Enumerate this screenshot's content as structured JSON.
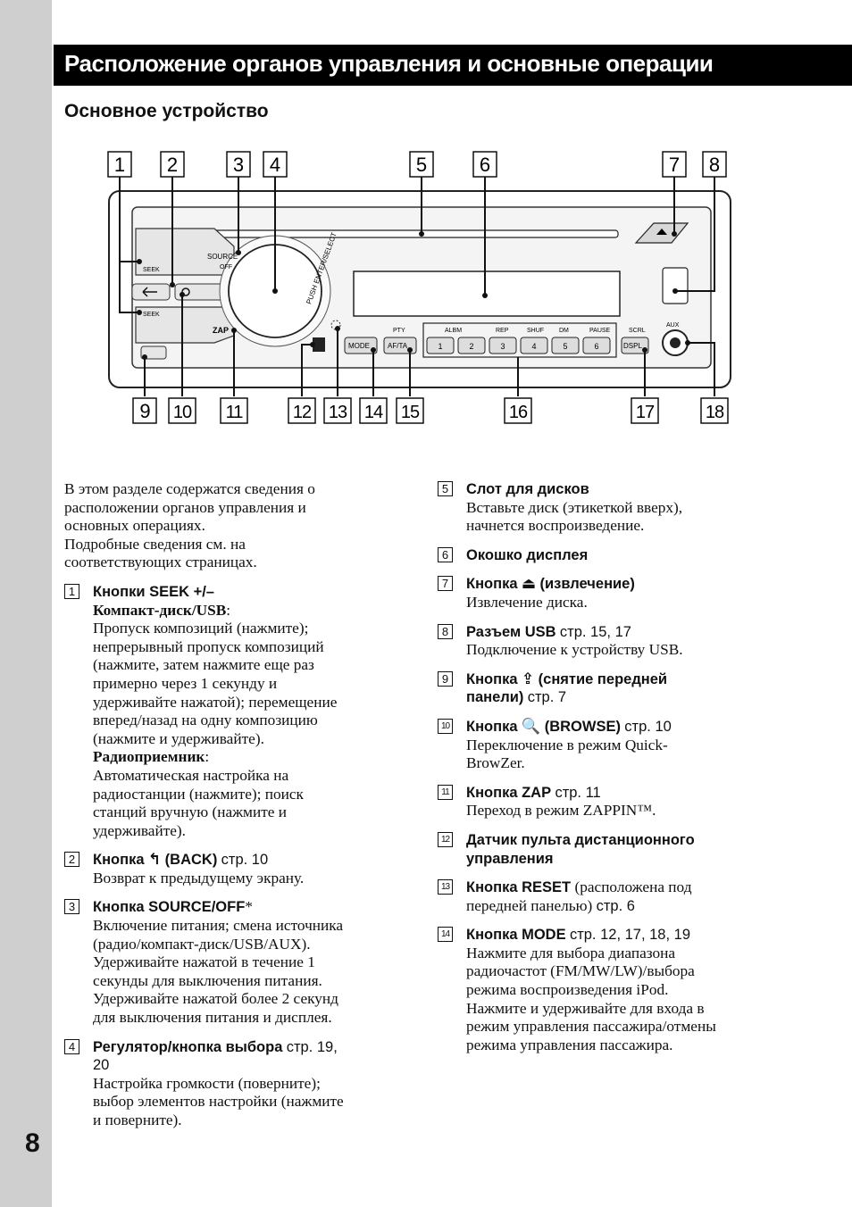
{
  "page_number": "8",
  "header": {
    "title": "Расположение органов управления и основные операции",
    "subtitle": "Основное устройство"
  },
  "diagram": {
    "callouts_top": [
      "1",
      "2",
      "3",
      "4",
      "5",
      "6",
      "7",
      "8"
    ],
    "callouts_bottom": [
      "9",
      "10",
      "11",
      "12",
      "13",
      "14",
      "15",
      "16",
      "17",
      "18"
    ],
    "labels": {
      "source": "SOURCE",
      "off": "OFF",
      "seek_plus": "SEEK",
      "seek_minus": "SEEK",
      "zap": "ZAP",
      "push_enter_select": "PUSH ENTER/SELECT",
      "pty": "PTY",
      "albm": "ALBM",
      "rep": "REP",
      "shuf": "SHUF",
      "dm": "DM",
      "pause": "PAUSE",
      "scrl": "SCRL",
      "aux": "AUX",
      "mode": "MODE",
      "af_ta": "AF/TA",
      "dspl": "DSPL",
      "keys": [
        "1",
        "2",
        "3",
        "4",
        "5",
        "6"
      ]
    }
  },
  "intro": [
    "В этом разделе содержатся сведения о",
    "расположении органов управления и",
    "основных операциях.",
    "Подробные сведения см. на",
    "соответствующих страницах."
  ],
  "items_left": [
    {
      "n": "1",
      "head": "Кнопки SEEK +/–",
      "ref": "",
      "blocks": [
        {
          "sub": "Компакт-диск/USB",
          "lines": [
            "Пропуск композиций (нажмите);",
            "непрерывный пропуск композиций",
            "(нажмите, затем нажмите еще раз",
            "примерно через 1 секунду и",
            "удерживайте нажатой); перемещение",
            "вперед/назад на одну композицию",
            "(нажмите и удерживайте)."
          ]
        },
        {
          "sub": "Радиоприемник",
          "lines": [
            "Автоматическая настройка на",
            "радиостанции (нажмите); поиск",
            "станций вручную (нажмите и",
            "удерживайте)."
          ]
        }
      ]
    },
    {
      "n": "2",
      "head": "Кнопка",
      "head2": "(BACK)",
      "ref": "стр. 10",
      "blocks": [
        {
          "sub": "",
          "lines": [
            "Возврат к предыдущему экрану."
          ]
        }
      ]
    },
    {
      "n": "3",
      "head": "Кнопка SOURCE/OFF",
      "star": "*",
      "ref": "",
      "blocks": [
        {
          "sub": "",
          "lines": [
            "Включение питания; смена источника",
            "(радио/компакт-диск/USB/AUX).",
            "Удерживайте нажатой в течение 1",
            "секунды для выключения питания.",
            "Удерживайте нажатой более 2 секунд",
            "для выключения питания и дисплея."
          ]
        }
      ]
    },
    {
      "n": "4",
      "head": "Регулятор/кнопка выбора",
      "ref": "стр. 19,",
      "ref2": "20",
      "blocks": [
        {
          "sub": "",
          "lines": [
            "Настройка громкости (поверните);",
            "выбор элементов настройки (нажмите",
            "и поверните)."
          ]
        }
      ]
    }
  ],
  "items_right": [
    {
      "n": "5",
      "head": "Слот для дисков",
      "ref": "",
      "lines": [
        "Вставьте диск (этикеткой вверх),",
        "начнется воспроизведение."
      ]
    },
    {
      "n": "6",
      "head": "Окошко дисплея",
      "ref": "",
      "lines": []
    },
    {
      "n": "7",
      "head": "Кнопка",
      "glyph": "⏏",
      "head2": "(извлечение)",
      "ref": "",
      "lines": [
        "Извлечение диска."
      ]
    },
    {
      "n": "8",
      "head": "Разъем USB",
      "ref": "стр. 15, 17",
      "lines": [
        "Подключение к устройству USB."
      ]
    },
    {
      "n": "9",
      "head": "Кнопка",
      "glyph": "⇪",
      "head2": "(снятие передней",
      "head3": "панели)",
      "ref": "стр. 7",
      "lines": []
    },
    {
      "n": "10",
      "head": "Кнопка",
      "glyph": "🔍",
      "head2": "(BROWSE)",
      "ref": "стр. 10",
      "lines": [
        "Переключение в режим Quick-",
        "BrowZer."
      ]
    },
    {
      "n": "11",
      "head": "Кнопка ZAP",
      "ref": "стр. 11",
      "lines": [
        "Переход в режим ZAPPIN™."
      ]
    },
    {
      "n": "12",
      "head": "Датчик пульта дистанционного",
      "head3": "управления",
      "ref": "",
      "lines": []
    },
    {
      "n": "13",
      "head": "Кнопка RESET",
      "tail": "(расположена под",
      "tail2": "передней панелью)",
      "ref": "стр. 6",
      "lines": []
    },
    {
      "n": "14",
      "head": "Кнопка MODE",
      "ref": "стр. 12, 17, 18, 19",
      "lines": [
        "Нажмите для выбора диапазона",
        "радиочастот (FM/MW/LW)/выбора",
        "режима воспроизведения iPod.",
        "Нажмите и удерживайте для входа в",
        "режим управления пассажира/отмены",
        "режима управления пассажира."
      ]
    }
  ]
}
